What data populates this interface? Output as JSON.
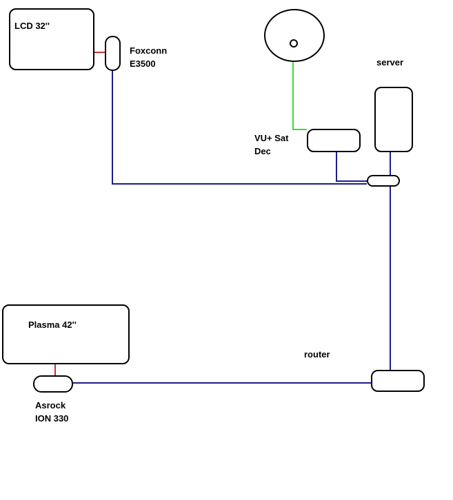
{
  "diagram": {
    "nodes": {
      "lcd": {
        "label": "LCD 32''"
      },
      "foxconn": {
        "lines": [
          "Foxconn",
          "E3500"
        ]
      },
      "dish": {
        "label": ""
      },
      "vu": {
        "lines": [
          "VU+ Sat",
          "Dec"
        ]
      },
      "server": {
        "label": "server"
      },
      "switch": {
        "label": ""
      },
      "plasma": {
        "label": "Plasma 42''"
      },
      "asrock": {
        "lines": [
          "Asrock",
          "ION 330"
        ]
      },
      "router": {
        "label": "router"
      }
    },
    "colors": {
      "ethernet_line": "#1C1C8E",
      "av_line": "#C83232",
      "sat_line": "#3CDB3C",
      "shape_outline": "#000000",
      "background": "#FFFFFF"
    }
  }
}
